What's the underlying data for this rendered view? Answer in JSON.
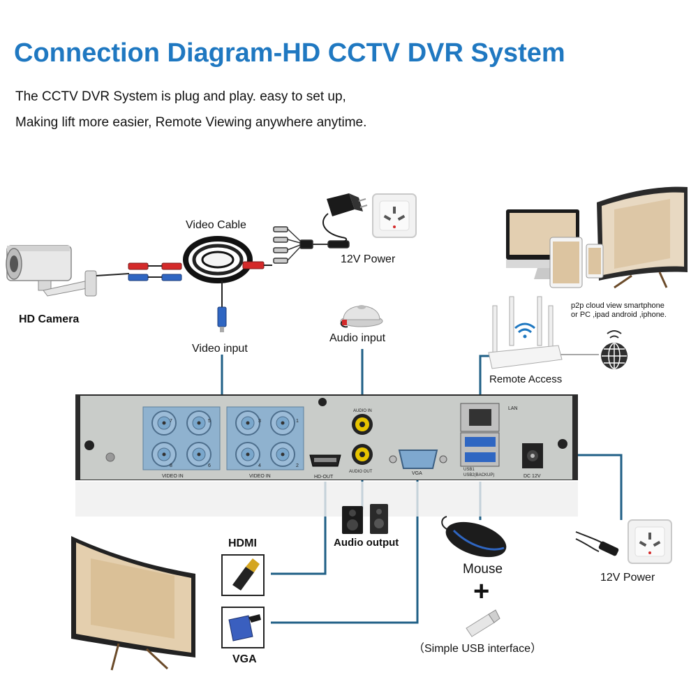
{
  "header": {
    "title": "Connection Diagram-HD CCTV DVR System",
    "line1": "The CCTV DVR System is plug and play. easy to set up,",
    "line2": "Making lift more easier, Remote Viewing anywhere anytime."
  },
  "labels": {
    "video_cable": "Video Cable",
    "power_top": "12V Power",
    "hd_camera": "HD Camera",
    "video_input": "Video input",
    "audio_input": "Audio input",
    "p2p_line1": "p2p cloud view smartphone",
    "p2p_line2": "or PC ,ipad android ,iphone.",
    "remote_access": "Remote Access",
    "hdmi": "HDMI",
    "vga": "VGA",
    "audio_output": "Audio output",
    "mouse": "Mouse",
    "plus": "+",
    "usb": "（Simple USB interface）",
    "power_right": "12V Power"
  },
  "dvr_panel": {
    "video_in_1": "VIDEO IN",
    "video_in_2": "VIDEO IN",
    "hd_out": "HD-OUT",
    "audio_in": "AUDIO IN",
    "audio_out": "AUDIO OUT",
    "vga": "VGA",
    "lan": "LAN",
    "usb1": "USB1",
    "usb2": "USB2(BACKUP)",
    "dc12v": "DC 12V",
    "ch7": "7",
    "ch5": "5",
    "ch8": "8",
    "ch6": "6",
    "ch3": "3",
    "ch1": "1",
    "ch4": "4",
    "ch2": "2"
  },
  "colors": {
    "title_blue": "#1f78c1",
    "connector_line": "#1f5f86",
    "dvr_body": "#2b2b2b",
    "dvr_panel": "#c9ccc9",
    "bnc_blue": "#7aa7cc"
  }
}
